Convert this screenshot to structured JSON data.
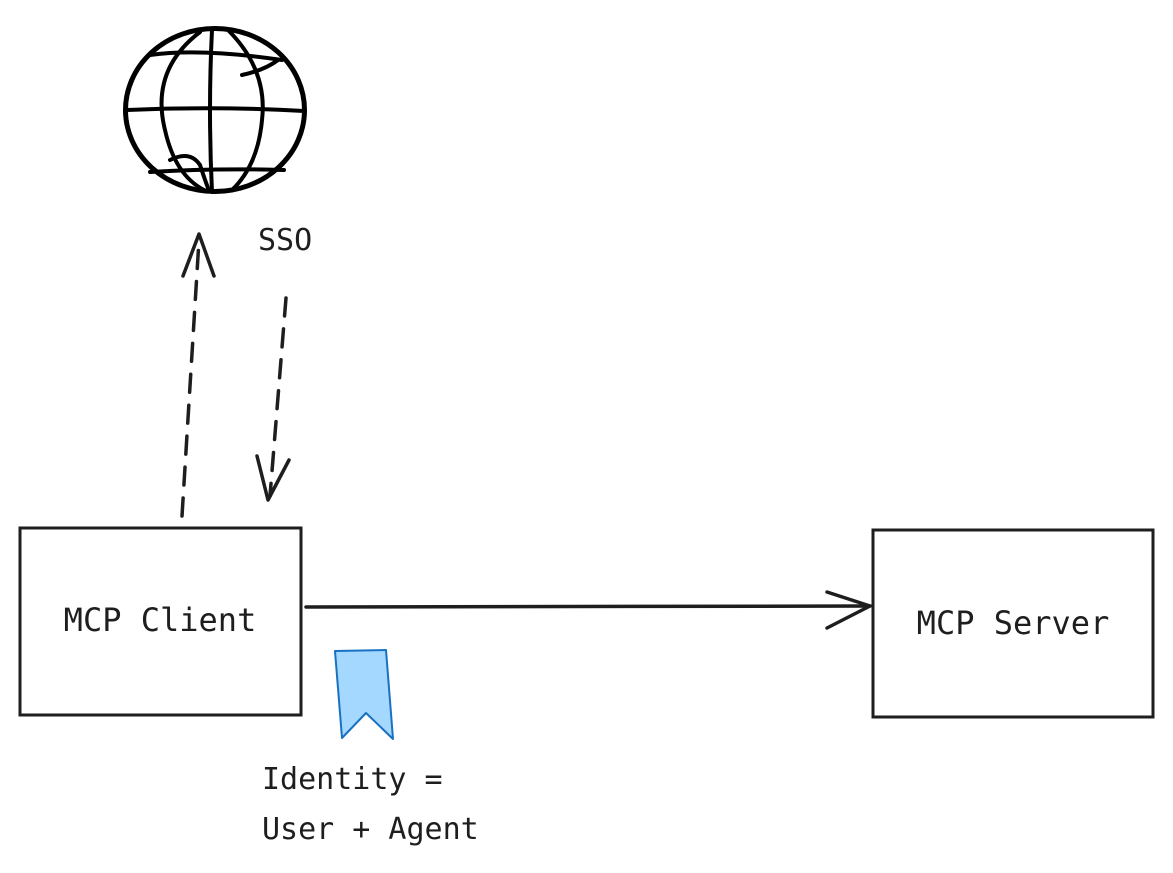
{
  "diagram": {
    "nodes": {
      "client": {
        "label": "MCP Client"
      },
      "server": {
        "label": "MCP Server"
      },
      "globe": {
        "icon": "globe-icon"
      },
      "token": {
        "icon": "bookmark-icon"
      }
    },
    "labels": {
      "sso": "SSO",
      "identity_line1": "Identity =",
      "identity_line2": "User + Agent"
    },
    "edges": [
      {
        "from": "client",
        "to": "globe",
        "style": "dashed"
      },
      {
        "from": "globe",
        "to": "client",
        "style": "dashed"
      },
      {
        "from": "client",
        "to": "server",
        "style": "solid"
      }
    ],
    "colors": {
      "stroke": "#1e1e1e",
      "token_fill": "#a5d8ff",
      "token_stroke": "#1971c2"
    }
  }
}
